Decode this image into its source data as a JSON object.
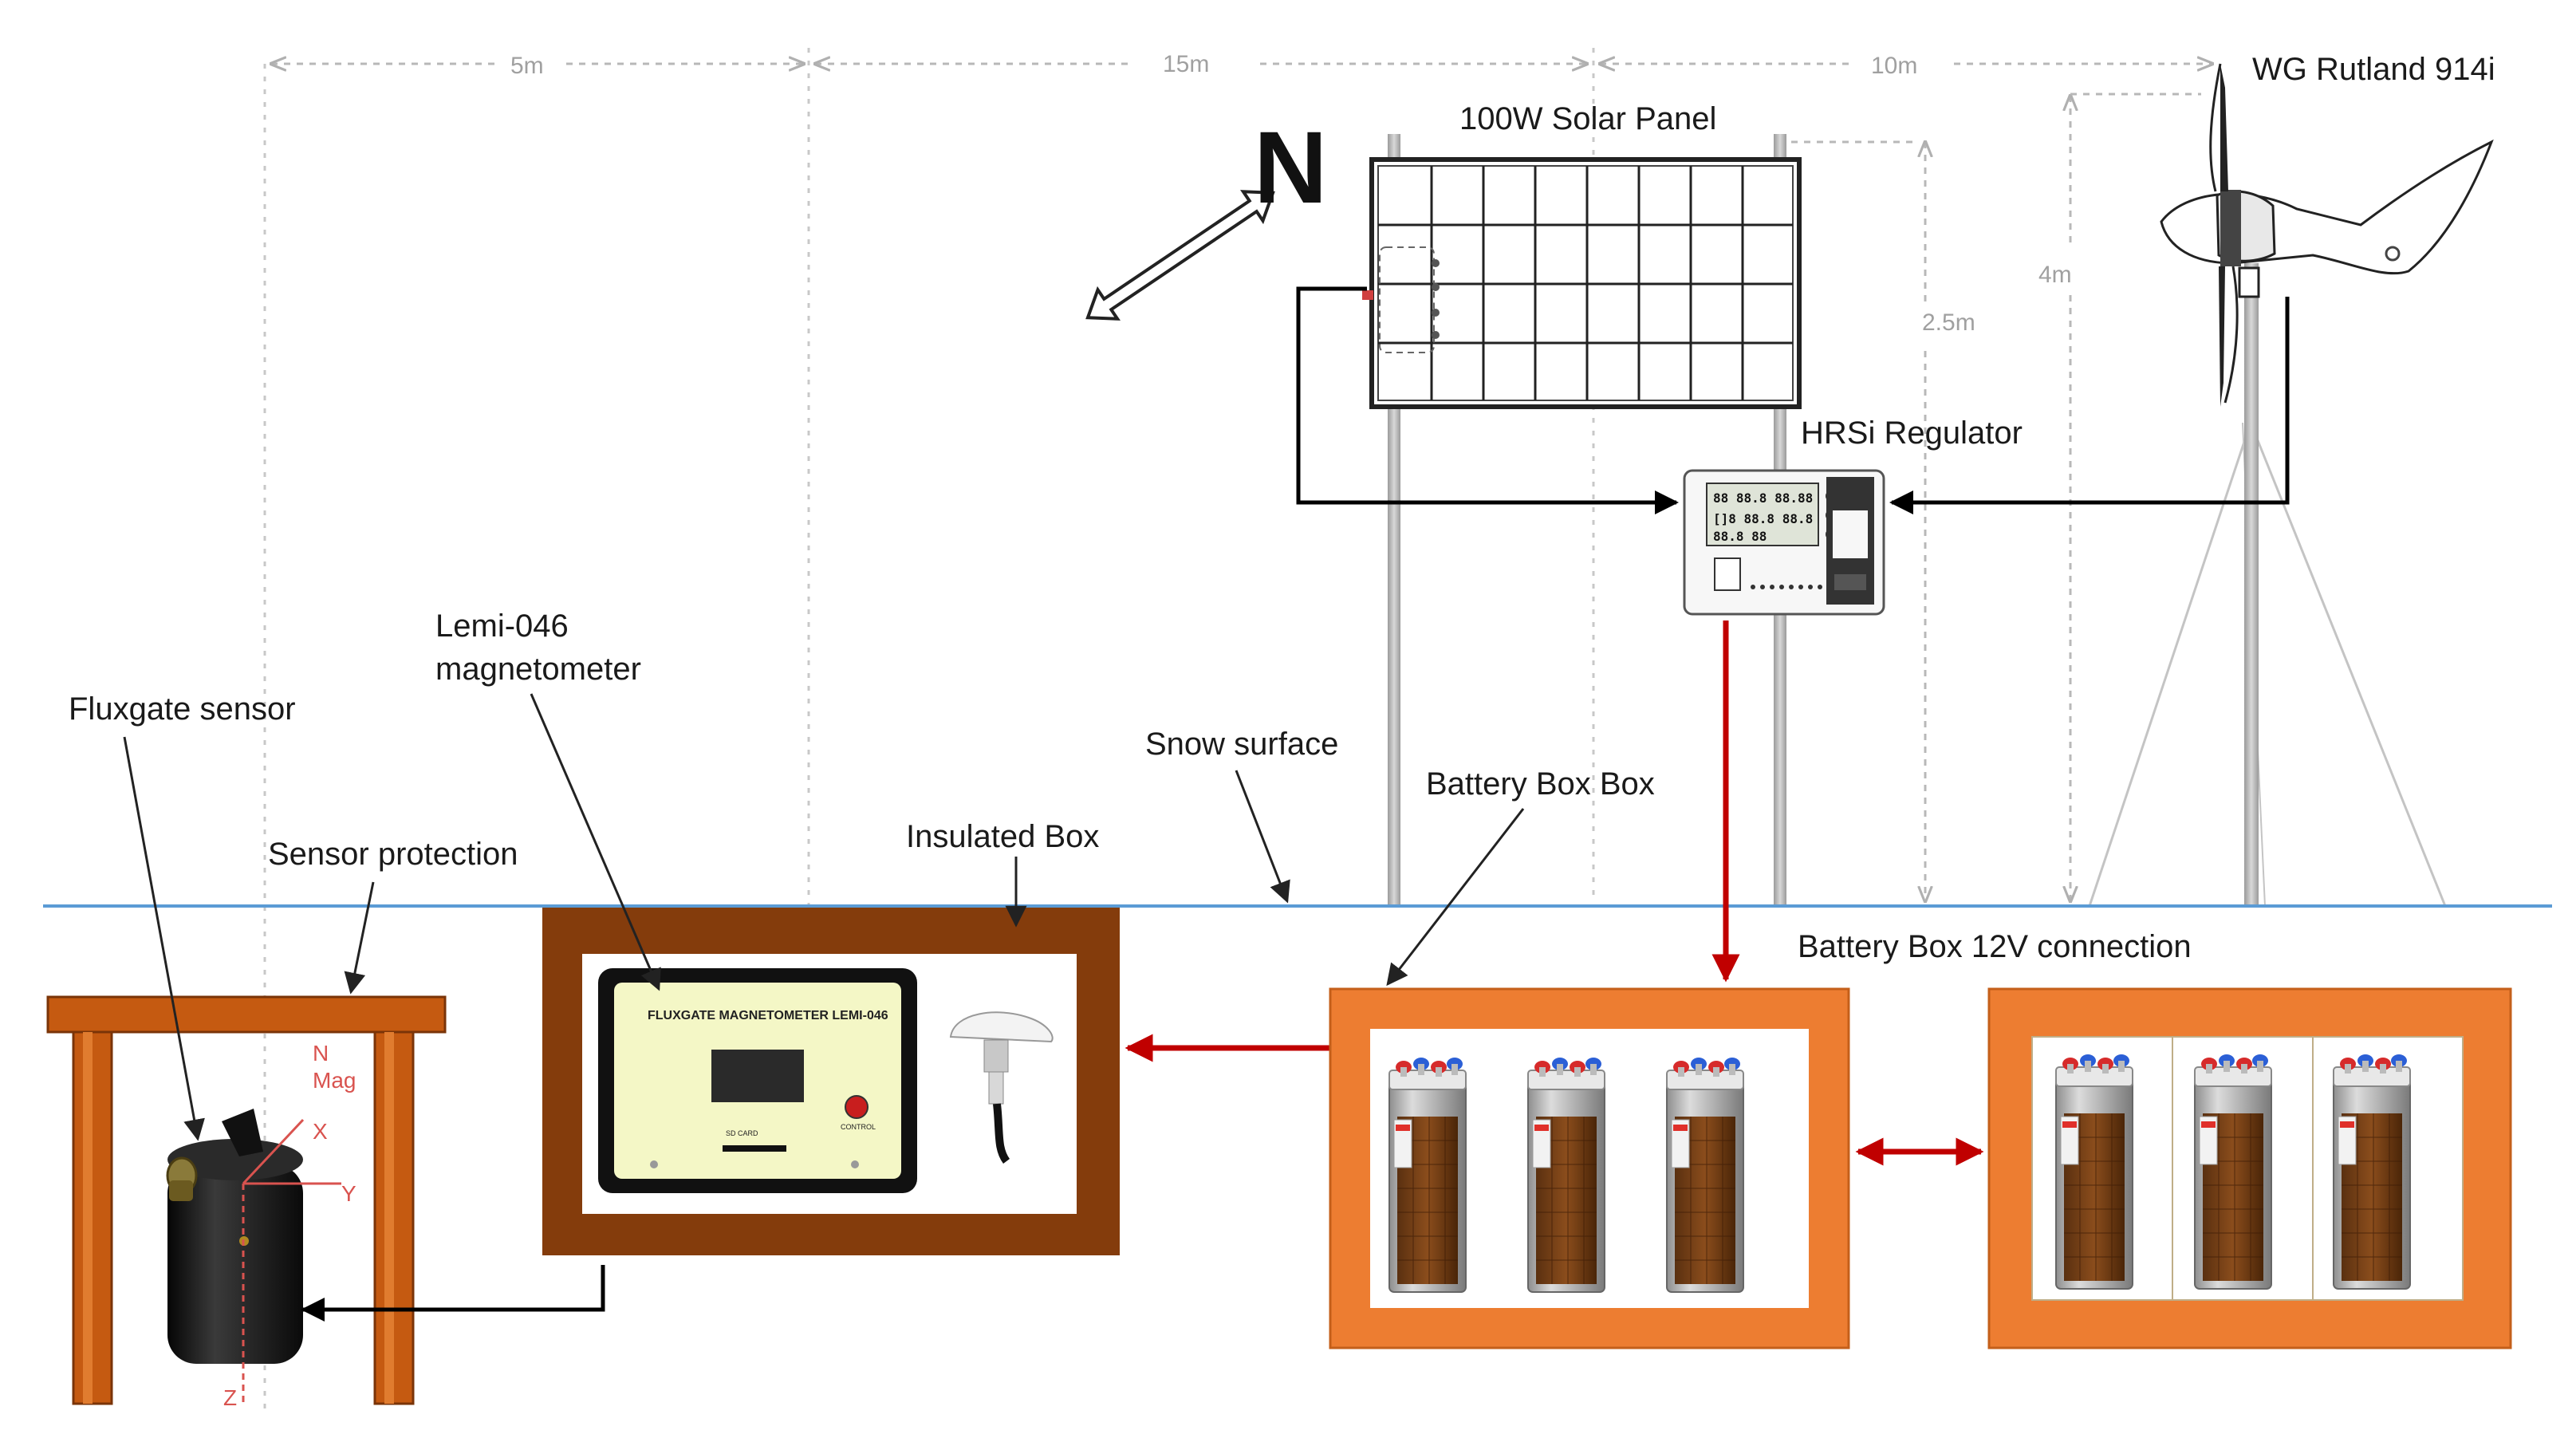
{
  "dimensions": {
    "span_1": "5m",
    "span_2": "15m",
    "span_3": "10m",
    "solar_height": "2.5m",
    "turbine_height": "4m"
  },
  "labels": {
    "north": "N",
    "solar_panel": "100W Solar Panel",
    "wind_turbine": "WG Rutland 914i",
    "regulator": "HRSi Regulator",
    "snow_surface": "Snow surface",
    "battery_box": "Battery Box Box",
    "battery_connection": "Battery Box 12V connection",
    "insulated_box": "Insulated Box",
    "magnetometer_line1": "Lemi-046",
    "magnetometer_line2": "magnetometer",
    "fluxgate_sensor": "Fluxgate sensor",
    "sensor_protection": "Sensor protection"
  },
  "device": {
    "panel_title": "FLUXGATE MAGNETOMETER  LEMI-046",
    "sd_label": "SD CARD",
    "control_label": "CONTROL"
  },
  "sensor_axes": {
    "n": "N",
    "mag": "Mag",
    "x": "X",
    "y": "Y",
    "z": "Z"
  },
  "colors": {
    "snow_line": "#5b9bd5",
    "power_wire": "#c00000",
    "signal_wire": "#000000",
    "insulated_box": "#843c0c",
    "battery_frame": "#ed7d31",
    "sensor_table": "#c55a11",
    "magnetometer_body": "#f4f7c6",
    "axis_label": "#d9534f",
    "dimension": "#a0a0a0"
  },
  "icons": {
    "compass": "double-arrow-icon",
    "battery": "battery-cell-icon",
    "gps_antenna": "antenna-icon"
  }
}
